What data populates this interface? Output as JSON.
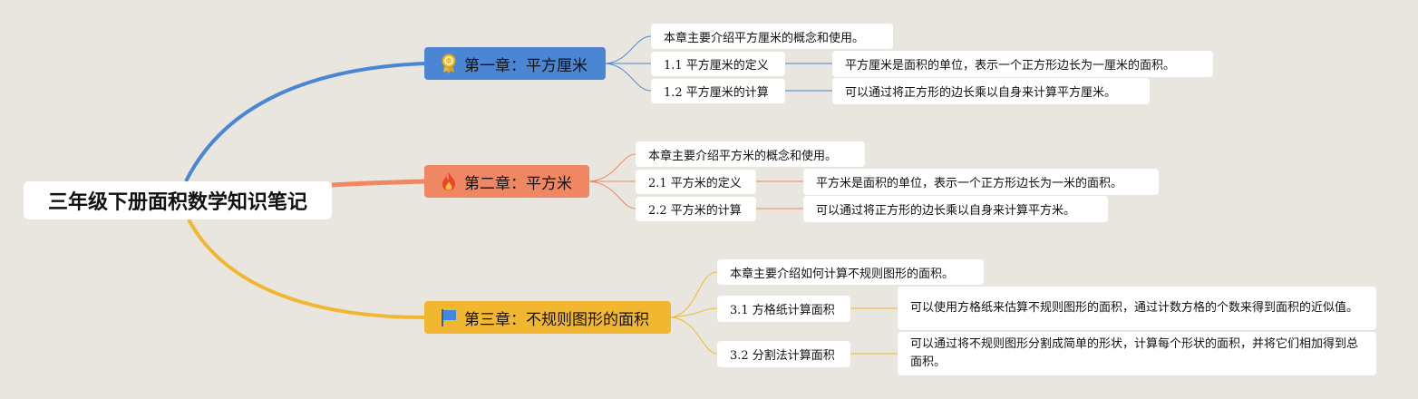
{
  "root": {
    "title": "三年级下册面积数学知识笔记"
  },
  "chapters": [
    {
      "title": "第一章：平方厘米",
      "color": "#4a86d4",
      "line_color": "#4a86d4",
      "icon": "award-ribbon-icon",
      "intro": "本章主要介绍平方厘米的概念和使用。",
      "sections": [
        {
          "label": "1.1 平方厘米的定义",
          "detail": "平方厘米是面积的单位，表示一个正方形边长为一厘米的面积。"
        },
        {
          "label": "1.2 平方厘米的计算",
          "detail": "可以通过将正方形的边长乘以自身来计算平方厘米。"
        }
      ]
    },
    {
      "title": "第二章：平方米",
      "color": "#f08763",
      "line_color": "#f08763",
      "icon": "fire-icon",
      "intro": "本章主要介绍平方米的概念和使用。",
      "sections": [
        {
          "label": "2.1 平方米的定义",
          "detail": "平方米是面积的单位，表示一个正方形边长为一米的面积。"
        },
        {
          "label": "2.2 平方米的计算",
          "detail": "可以通过将正方形的边长乘以自身来计算平方米。"
        }
      ]
    },
    {
      "title": "第三章：不规则图形的面积",
      "color": "#f2b731",
      "line_color": "#f2b731",
      "icon": "flag-icon",
      "intro": "本章主要介绍如何计算不规则图形的面积。",
      "sections": [
        {
          "label": "3.1 方格纸计算面积",
          "detail": "可以使用方格纸来估算不规则图形的面积，通过计数方格的个数来得到面积的近似值。"
        },
        {
          "label": "3.2 分割法计算面积",
          "detail": "可以通过将不规则图形分割成简单的形状，计算每个形状的面积，并将它们相加得到总面积。"
        }
      ]
    }
  ]
}
